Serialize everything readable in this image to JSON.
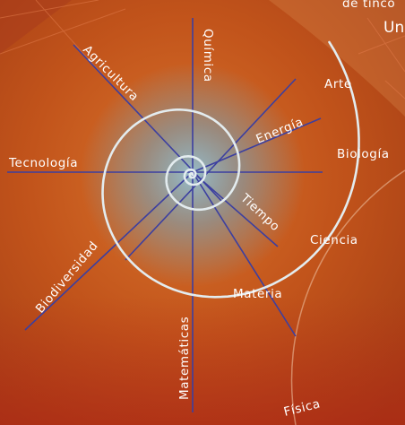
{
  "corner_text": {
    "line1": "de tinco",
    "line2": "Un"
  },
  "labels": {
    "quimica": "Química",
    "agricultura": "Agricultura",
    "arte": "Arte",
    "energia": "Energía",
    "tecnologia": "Tecnología",
    "biologia": "Biología",
    "tiempo": "Tiempo",
    "ciencia": "Ciencia",
    "biodiversidad": "Biodiversidad",
    "materia": "Materia",
    "matematicas": "Matemáticas",
    "fisica": "Física"
  },
  "colors": {
    "background": "#c2541b",
    "spiral": "#e3ecef",
    "spokes": "#3c3fa0",
    "halo": "#7fb4d0",
    "text": "#ffffff"
  }
}
